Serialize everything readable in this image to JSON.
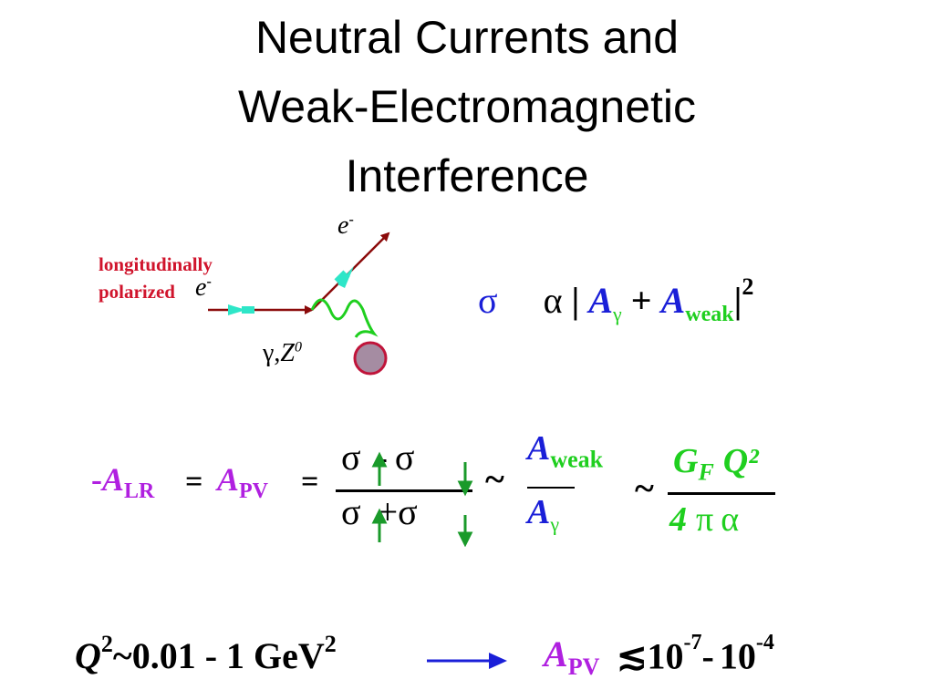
{
  "title": {
    "line1": "Neutral Currents and",
    "line2": "Weak-Electromagnetic",
    "line3": "Interference"
  },
  "diagram": {
    "label_line1": "longitudinally",
    "label_line2": "polarized",
    "incoming_e": "e",
    "outgoing_e": "e",
    "minus": "-",
    "boson_gamma": "γ,",
    "boson_z": "Z",
    "boson_z_sup": "0"
  },
  "cross_section": {
    "sigma": "σ",
    "alpha": "α",
    "bar_left": "|",
    "A1": "A",
    "gamma_sub": "γ",
    "plus": "+",
    "A2": "A",
    "weak_sub": "weak",
    "bar_right": "|",
    "power": "2"
  },
  "asymmetry": {
    "neg": "-",
    "A": "A",
    "lr_sub": "LR",
    "eq1": "=",
    "A_pv": "A",
    "pv_sub": "PV",
    "eq2": "=",
    "num_sigma1": "σ",
    "num_minus": "-",
    "num_sigma2": "σ",
    "den_sigma1": "σ",
    "den_plus": "+",
    "den_sigma2": "σ",
    "tilde1": "~",
    "ratio_num_A": "A",
    "ratio_num_sub": "weak",
    "ratio_den_A": "A",
    "ratio_den_sub": "γ",
    "tilde2": "~",
    "gf_G": "G",
    "gf_F": "F",
    "gf_Q": "Q²",
    "den_4": "4",
    "den_pi": "π",
    "den_alpha": "α"
  },
  "range": {
    "Q": "Q",
    "Q_sup": "2",
    "tilde": "~",
    "value": "0.01 - 1 GeV",
    "value_sup": "2",
    "A": "A",
    "pv_sub": "PV",
    "lesssim": "≲",
    "ten1": "10",
    "exp1": "-7",
    "dash": "-",
    "ten2": "10",
    "exp2": "-4"
  },
  "colors": {
    "red": "#d0142c",
    "blue": "#1a1fd8",
    "green": "#1fcf1f",
    "purple": "#b020e0",
    "arrow_brown": "#8b0a0a",
    "arrow_cyan": "#2ee6c8",
    "target": "#a58ca2"
  }
}
